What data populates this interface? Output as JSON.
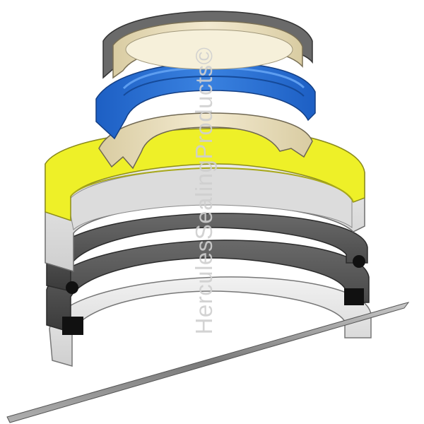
{
  "image": {
    "subject": "exploded view of a piston seal assembly",
    "components": [
      "upper-seal-cap",
      "blue-energizer-ring",
      "lip-seal",
      "yellow-top-ring",
      "grey-backup-ring",
      "dark-gasket-ring-1",
      "dark-gasket-ring-2",
      "thin-base-ring",
      "steel-rod"
    ]
  },
  "watermark": {
    "text": "HerculesSealingProducts©"
  },
  "colors": {
    "cap": "#e8dcb8",
    "cap_shadow": "#c7b98f",
    "energizer": "#2b6fd0",
    "energizer_dark": "#1c4f9c",
    "yellow": "#eef028",
    "grey_ring": "#d9d9d9",
    "dark_ring": "#4a4a4a",
    "rod": "#9a9a9a"
  }
}
